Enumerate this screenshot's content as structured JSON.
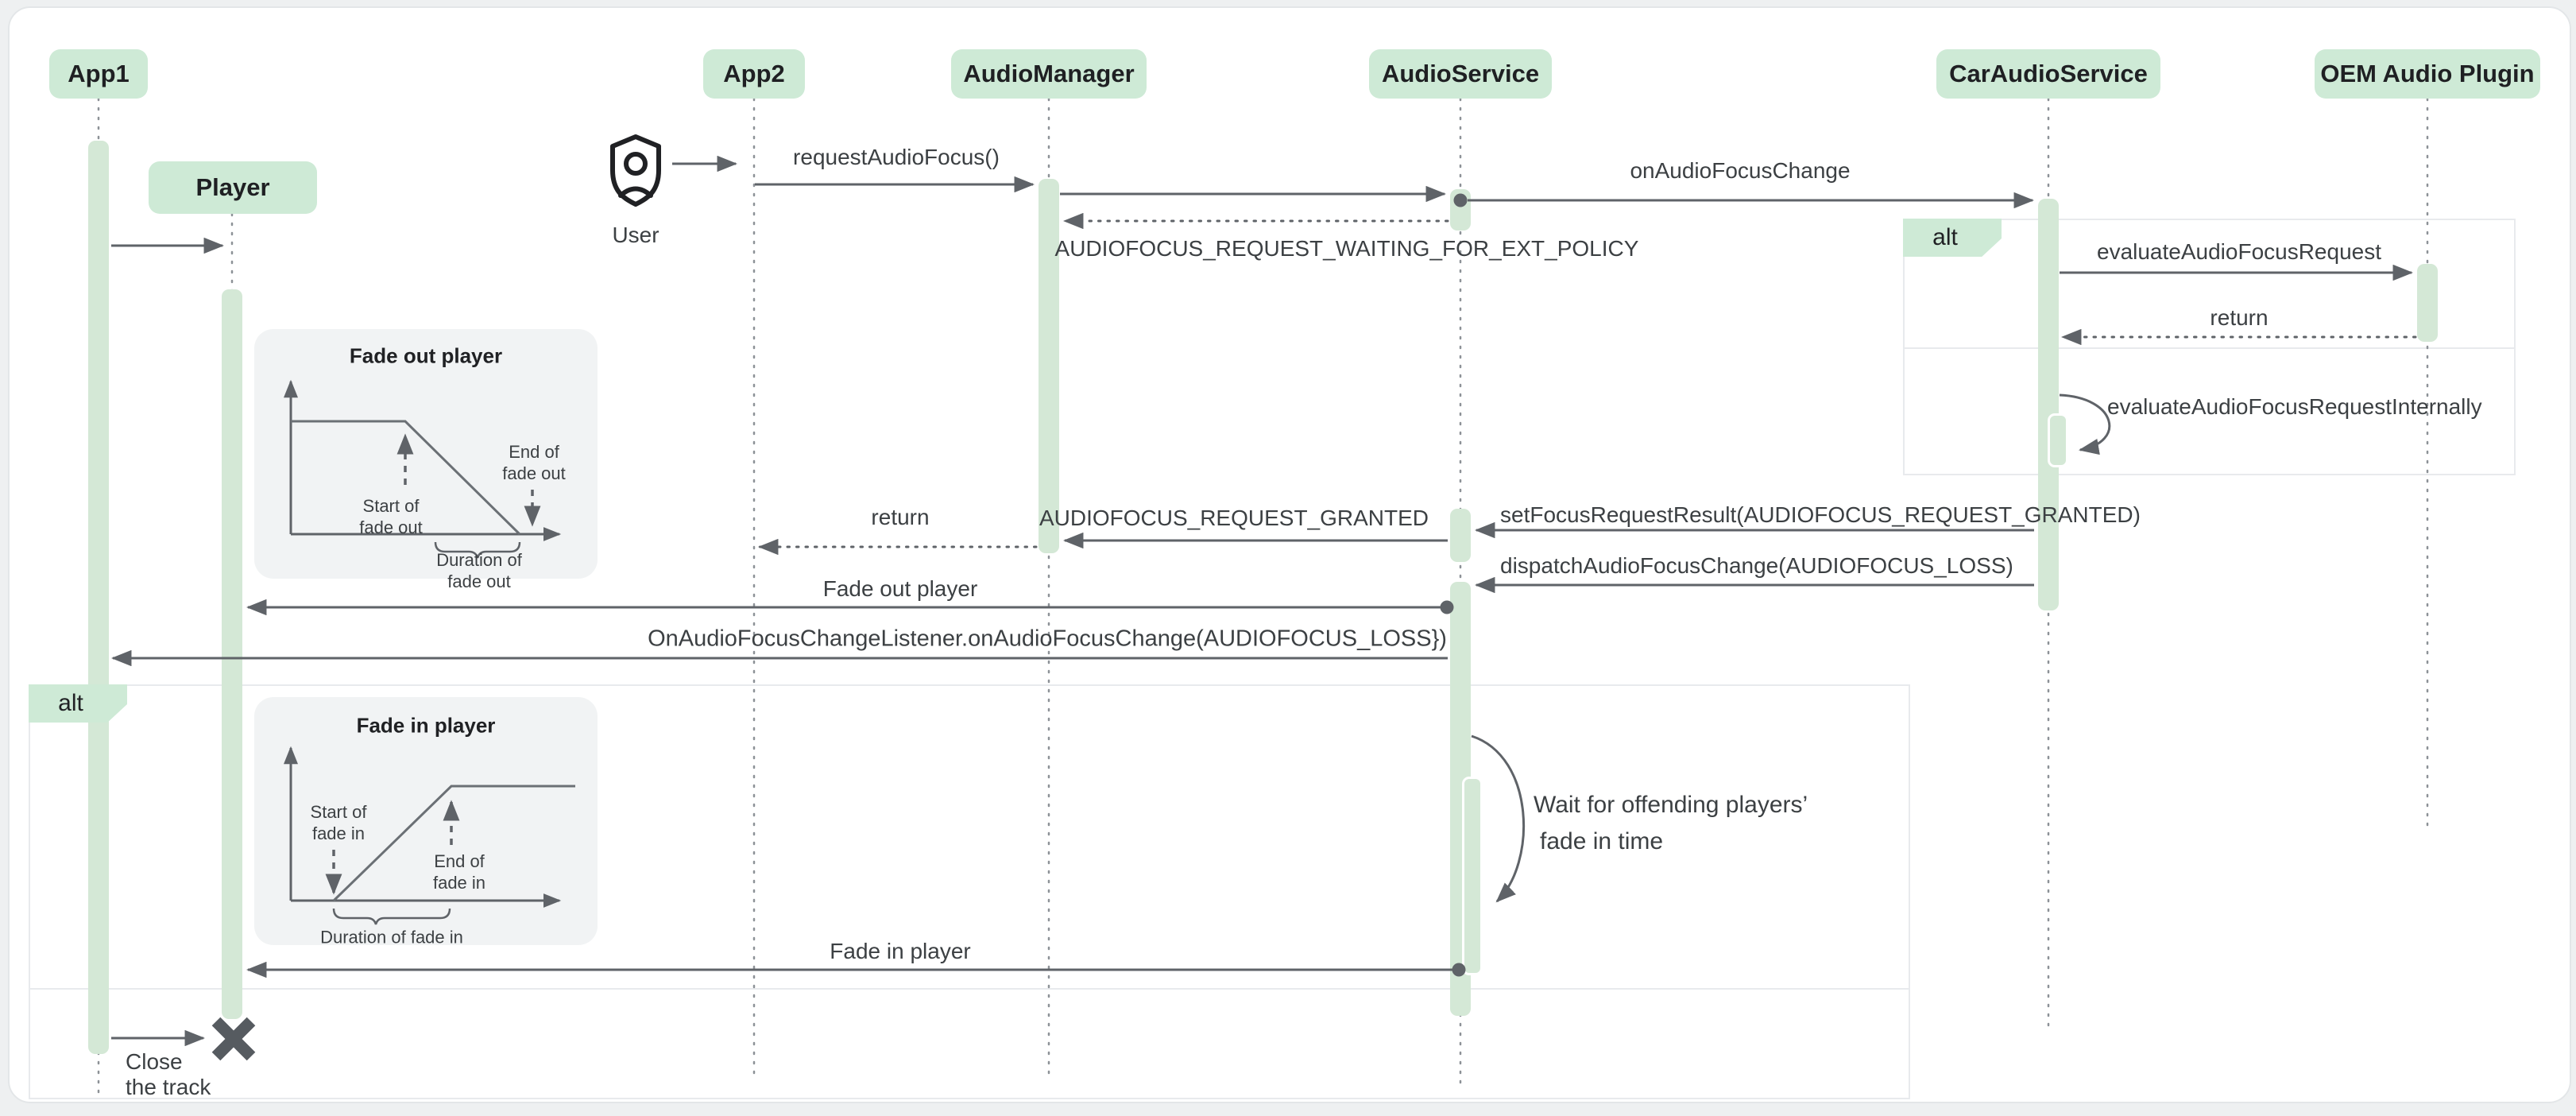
{
  "participants": {
    "app1": "App1",
    "app2": "App2",
    "audio_manager": "AudioManager",
    "audio_service": "AudioService",
    "car_audio_service": "CarAudioService",
    "oem_audio_plugin": "OEM Audio Plugin",
    "player": "Player"
  },
  "actor": {
    "label": "User"
  },
  "fragments": {
    "alt_right": "alt",
    "alt_left": "alt"
  },
  "messages": {
    "request_audio_focus": "requestAudioFocus()",
    "on_audio_focus_change": "onAudioFocusChange",
    "waiting": "AUDIOFOCUS_REQUEST_WAITING_FOR_EXT_POLICY",
    "evaluate": "evaluateAudioFocusRequest",
    "evaluate_return": "return",
    "evaluate_internally": "evaluateAudioFocusRequestInternally",
    "set_focus_result": "setFocusRequestResult(AUDIOFOCUS_REQUEST_GRANTED)",
    "granted": "AUDIOFOCUS_REQUEST_GRANTED",
    "manager_return": "return",
    "dispatch": "dispatchAudioFocusChange(AUDIOFOCUS_LOSS)",
    "fade_out": "Fade out player",
    "listener": "OnAudioFocusChangeListener.onAudioFocusChange(AUDIOFOCUS_LOSS})",
    "fade_in": "Fade in player"
  },
  "notes": {
    "wait_line1": "Wait for offending players’",
    "wait_line2": "fade in time",
    "close_line1": "Close",
    "close_line2": "the track"
  },
  "insets": {
    "fade_out": {
      "title": "Fade out player",
      "start": "Start of\nfade out",
      "end": "End of\nfade out",
      "duration": "Duration of fade out"
    },
    "fade_in": {
      "title": "Fade in player",
      "start": "Start of\nfade in",
      "end": "End of\nfade in",
      "duration": "Duration of fade in"
    }
  },
  "colors": {
    "participant_fill": "#ceead6",
    "activation_fill": "#d4e8d6",
    "arrow": "#5f6368",
    "text": "#3c4043",
    "frame_border": "#e8eaed",
    "inset_bg": "#f1f3f4",
    "page_bg": "#eef0f1"
  }
}
